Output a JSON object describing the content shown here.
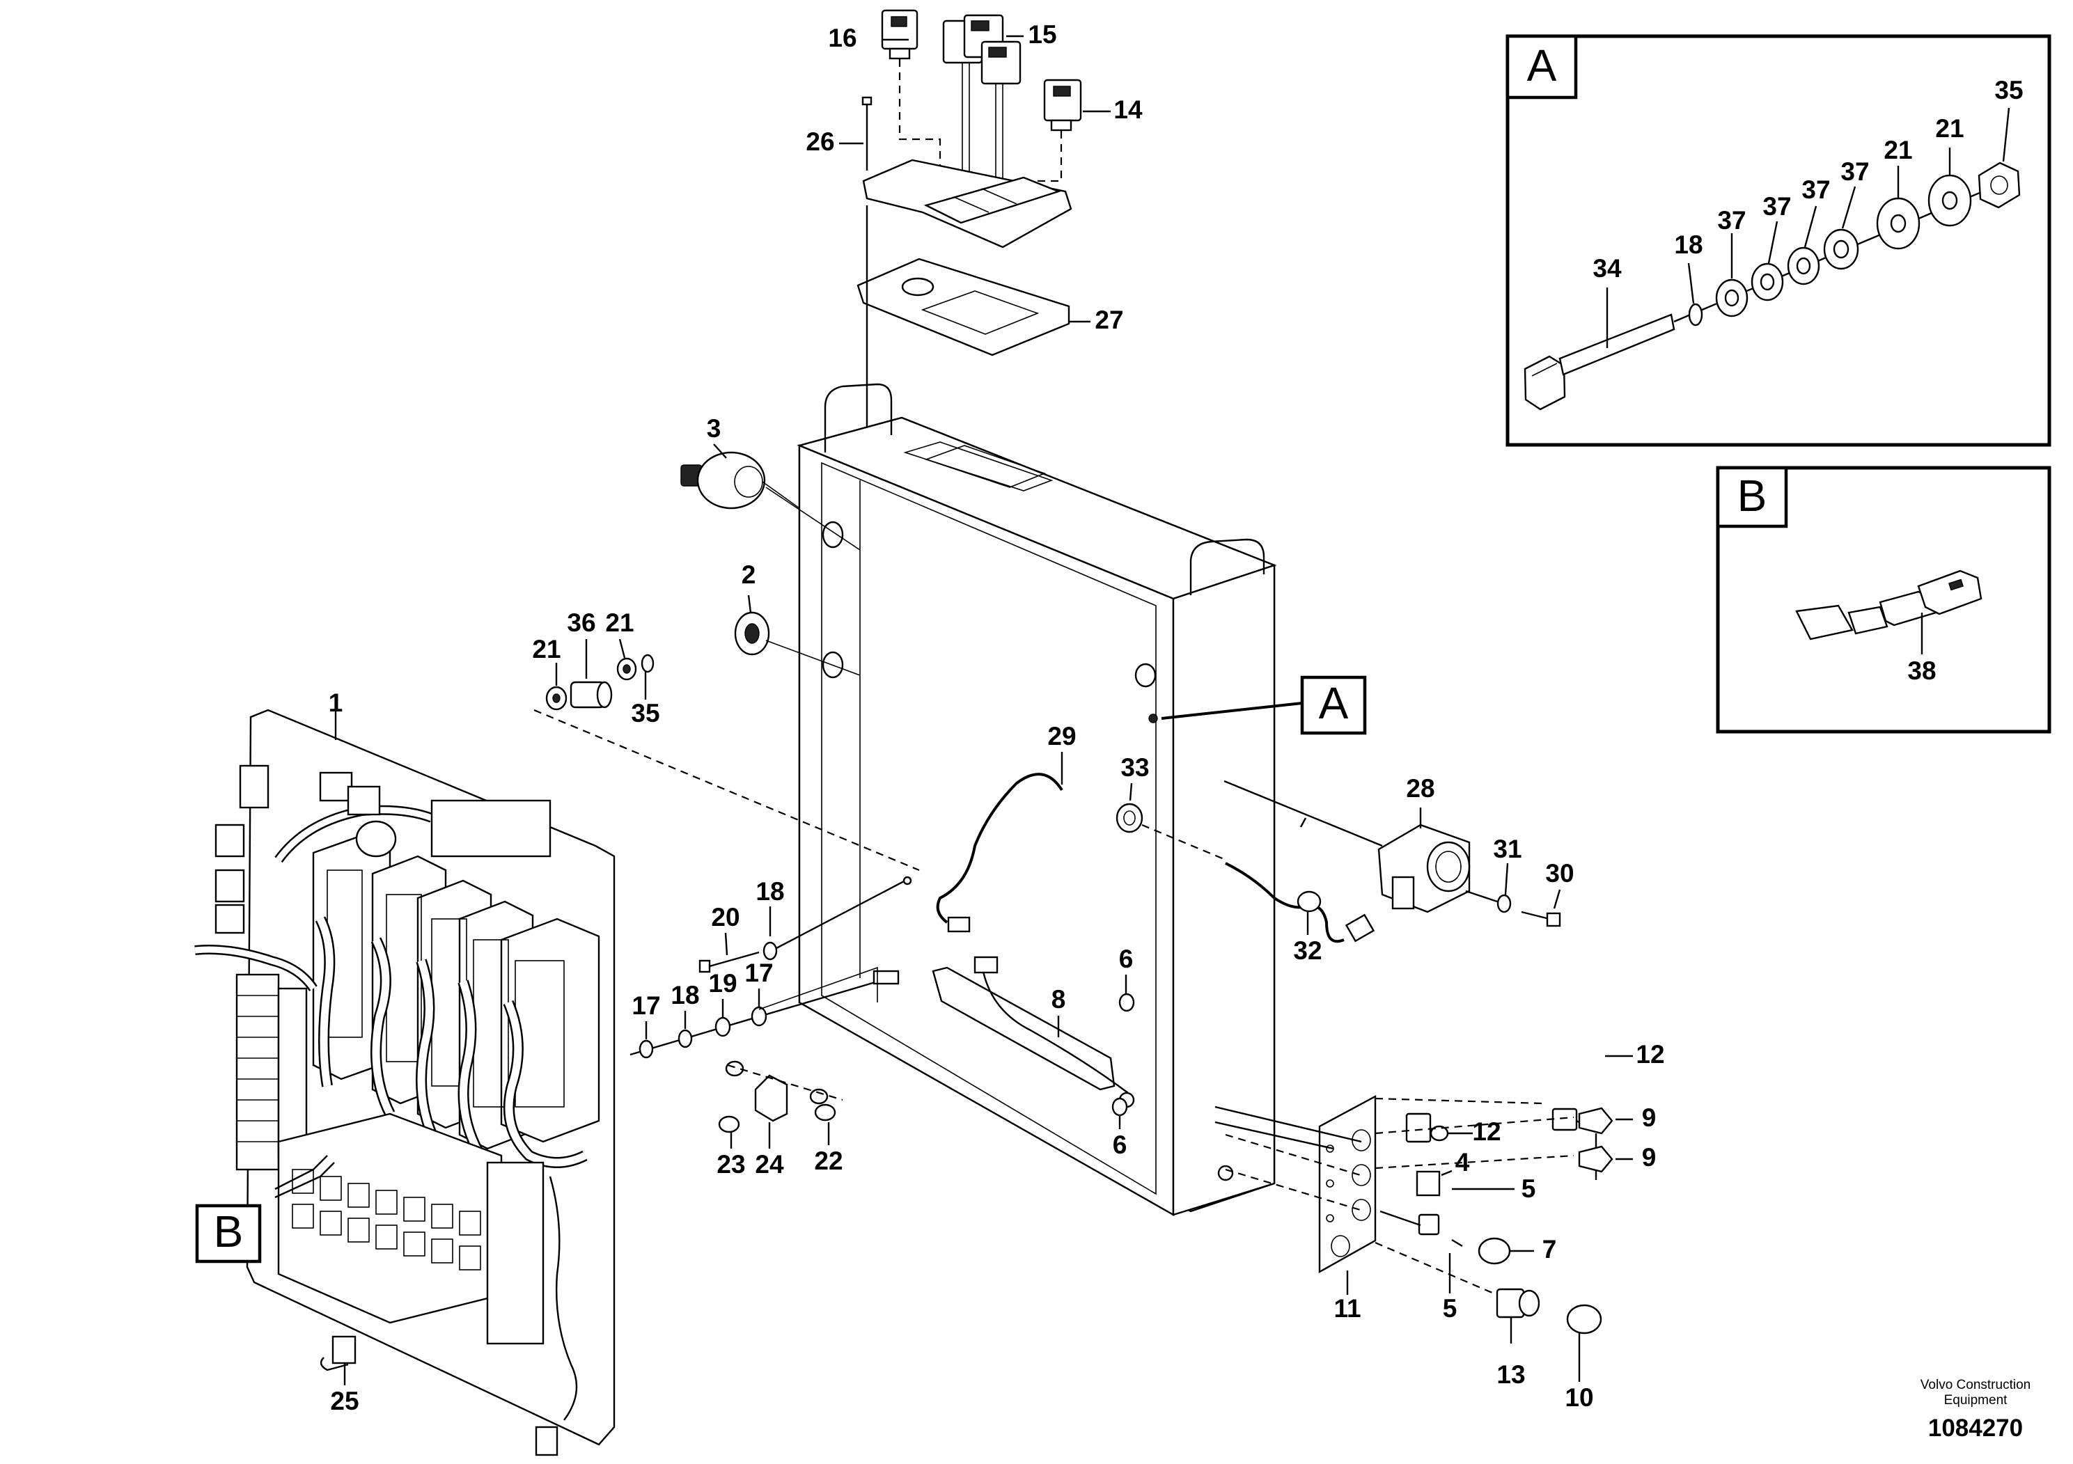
{
  "detail_panels": {
    "a": {
      "tag": "A",
      "labels": {
        "l34": "34",
        "l18": "18",
        "l37a": "37",
        "l37b": "37",
        "l37c": "37",
        "l37d": "37",
        "l21a": "21",
        "l21b": "21",
        "l35": "35"
      }
    },
    "b": {
      "tag": "B",
      "labels": {
        "l38": "38"
      }
    }
  },
  "callouts": {
    "a": "A",
    "b": "B"
  },
  "labels": {
    "l16": "16",
    "l15": "15",
    "l14": "14",
    "l26": "26",
    "l27": "27",
    "l3": "3",
    "l2": "2",
    "l36": "36",
    "l21a": "21",
    "l21b": "21",
    "l35": "35",
    "l1": "1",
    "l29": "29",
    "l33": "33",
    "l28": "28",
    "l31": "31",
    "l30": "30",
    "l32": "32",
    "l20": "20",
    "l18a": "18",
    "l17a": "17",
    "l18b": "18",
    "l19": "19",
    "l17b": "17",
    "l8": "8",
    "l6a": "6",
    "l6b": "6",
    "l12a": "12",
    "l12b": "12",
    "l9a": "9",
    "l9b": "9",
    "l4": "4",
    "l5a": "5",
    "l5b": "5",
    "l7": "7",
    "l11": "11",
    "l13": "13",
    "l10": "10",
    "l23": "23",
    "l24": "24",
    "l22": "22",
    "l25": "25"
  },
  "footer": {
    "brand_line1": "Volvo Construction",
    "brand_line2": "Equipment",
    "doc_number": "1084270"
  }
}
